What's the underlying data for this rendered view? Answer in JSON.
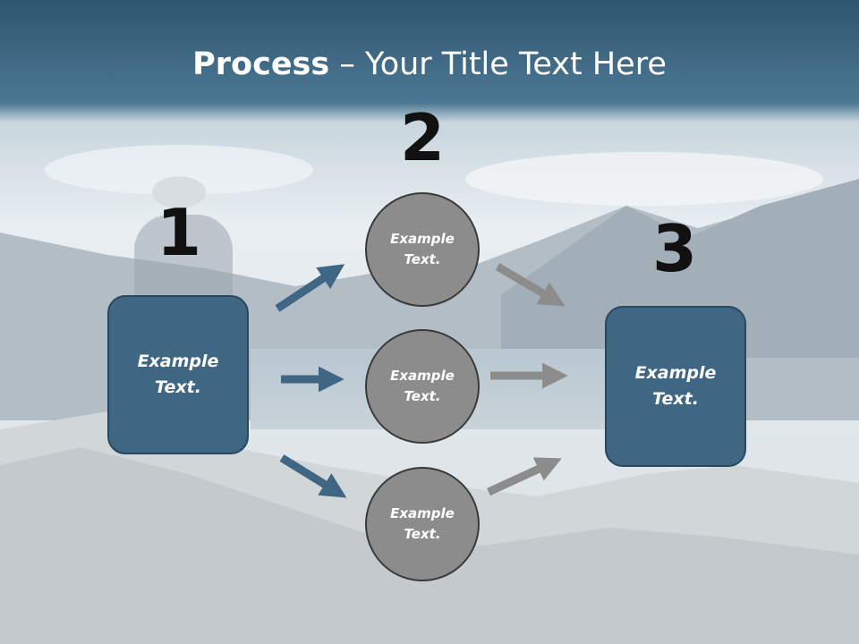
{
  "title": {
    "bold": "Process",
    "rest": " – Your Title Text Here"
  },
  "steps": {
    "n1": "1",
    "n2": "2",
    "n3": "3"
  },
  "box_left": {
    "line1": "Example",
    "line2": "Text."
  },
  "box_right": {
    "line1": "Example",
    "line2": "Text."
  },
  "circles": [
    {
      "line1": "Example",
      "line2": "Text."
    },
    {
      "line1": "Example",
      "line2": "Text."
    },
    {
      "line1": "Example",
      "line2": "Text."
    }
  ],
  "colors": {
    "header": "#3f6d8c",
    "box": "#3f6683",
    "circle": "#8c8c8c",
    "blue_arrow": "#3f6683",
    "gray_arrow": "#8c8c8c"
  }
}
